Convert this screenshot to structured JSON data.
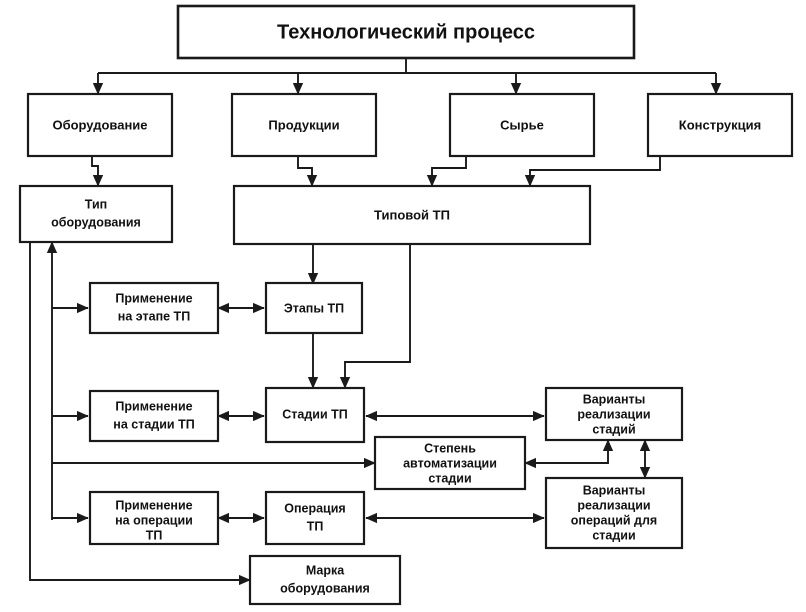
{
  "diagram": {
    "title": "Технологический процесс",
    "language": "ru",
    "nodes": [
      {
        "id": "tp",
        "label": "Технологический процесс",
        "lines": [
          "Технологический процесс"
        ]
      },
      {
        "id": "oborudovanie",
        "label": "Оборудование",
        "lines": [
          "Оборудование"
        ]
      },
      {
        "id": "produkcii",
        "label": "Продукции",
        "lines": [
          "Продукции"
        ]
      },
      {
        "id": "syre",
        "label": "Сырье",
        "lines": [
          "Сырье"
        ]
      },
      {
        "id": "konstrukciya",
        "label": "Конструкция",
        "lines": [
          "Конструкция"
        ]
      },
      {
        "id": "tip-obor",
        "label": "Тип оборудования",
        "lines": [
          "Тип",
          "оборудования"
        ]
      },
      {
        "id": "tipovoy-tp",
        "label": "Типовой ТП",
        "lines": [
          "Типовой ТП"
        ]
      },
      {
        "id": "prim-etap",
        "label": "Применение на этапе ТП",
        "lines": [
          "Применение",
          "на этапе ТП"
        ]
      },
      {
        "id": "etapy-tp",
        "label": "Этапы ТП",
        "lines": [
          "Этапы ТП"
        ]
      },
      {
        "id": "prim-stadiya",
        "label": "Применение на стадии ТП",
        "lines": [
          "Применение",
          "на стадии ТП"
        ]
      },
      {
        "id": "stadii-tp",
        "label": "Стадии ТП",
        "lines": [
          "Стадии ТП"
        ]
      },
      {
        "id": "var-stadiy",
        "label": "Варианты реализации стадий",
        "lines": [
          "Варианты",
          "реализации",
          "стадий"
        ]
      },
      {
        "id": "stepen-avto",
        "label": "Степень автоматизации стадии",
        "lines": [
          "Степень",
          "автоматизации",
          "стадии"
        ]
      },
      {
        "id": "prim-oper",
        "label": "Применение на операции ТП",
        "lines": [
          "Применение",
          "на операции",
          "ТП"
        ]
      },
      {
        "id": "operaciya-tp",
        "label": "Операция ТП",
        "lines": [
          "Операция",
          "ТП"
        ]
      },
      {
        "id": "var-oper",
        "label": "Варианты реализации операций для стадии",
        "lines": [
          "Варианты",
          "реализации",
          "операций для",
          "стадии"
        ]
      },
      {
        "id": "marka-obor",
        "label": "Марка оборудования",
        "lines": [
          "Марка",
          "оборудования"
        ]
      }
    ],
    "colors": {
      "stroke": "#1a1a1a",
      "fill": "#ffffff",
      "text": "#111111",
      "background": "#ffffff"
    }
  }
}
